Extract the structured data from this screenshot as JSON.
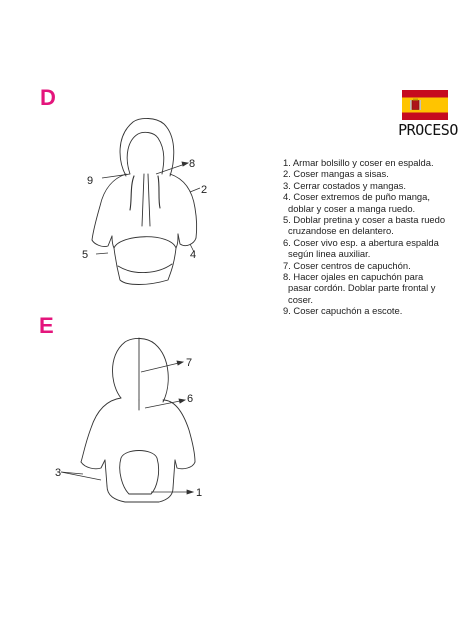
{
  "sections": {
    "d_letter": "D",
    "e_letter": "E"
  },
  "header": {
    "flag_icon": "spain-flag-icon",
    "title": "PROCESO"
  },
  "steps": [
    "1. Armar bolsillo y coser en espalda.",
    "2. Coser mangas a sisas.",
    "3. Cerrar costados y mangas.",
    "4. Coser extremos de puño manga,",
    "doblar y coser a manga ruedo.",
    "5. Doblar pretina y coser a basta ruedo",
    "cruzandose en delantero.",
    "6. Coser vivo esp. a abertura espalda",
    "según linea auxiliar.",
    "7. Coser centros de capuchón.",
    "8. Hacer ojales en capuchón para",
    "pasar cordón. Doblar parte frontal y",
    "coser.",
    "9. Coser capuchón a escote."
  ],
  "figure_d": {
    "callouts": [
      "8",
      "9",
      "2",
      "5",
      "4"
    ]
  },
  "figure_e": {
    "callouts": [
      "7",
      "6",
      "3",
      "1"
    ]
  },
  "colors": {
    "accent_letter": "#e4157c",
    "flag_red": "#c60b1e",
    "flag_yellow": "#ffc400"
  }
}
